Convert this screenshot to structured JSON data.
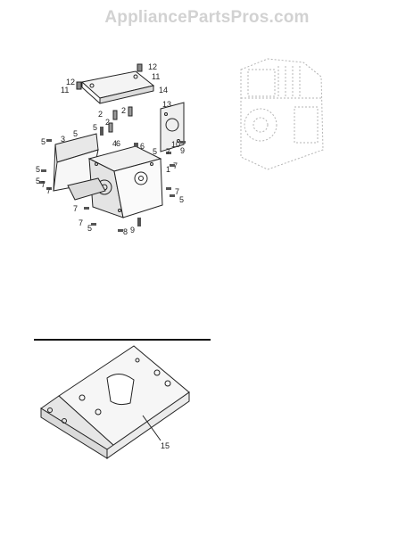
{
  "watermark": "AppliancePartsPros.com",
  "diagram": {
    "upper_labels": {
      "l1": "1",
      "l2a": "2",
      "l2b": "2",
      "l2c": "2",
      "l3": "3",
      "l4": "4",
      "l5a": "5",
      "l5b": "5",
      "l5c": "5",
      "l5d": "5",
      "l5e": "5",
      "l5f": "5",
      "l5g": "5",
      "l5h": "5",
      "l6a": "6",
      "l6b": "6",
      "l7a": "7",
      "l7b": "7",
      "l7c": "7",
      "l7d": "7",
      "l7e": "7",
      "l7f": "7",
      "l7g": "7",
      "l8": "8",
      "l9a": "9",
      "l9b": "9",
      "l10": "10",
      "l11a": "11",
      "l11b": "11",
      "l12a": "12",
      "l12b": "12",
      "l13": "13",
      "l14": "14"
    },
    "lower_labels": {
      "l15": "15"
    }
  }
}
